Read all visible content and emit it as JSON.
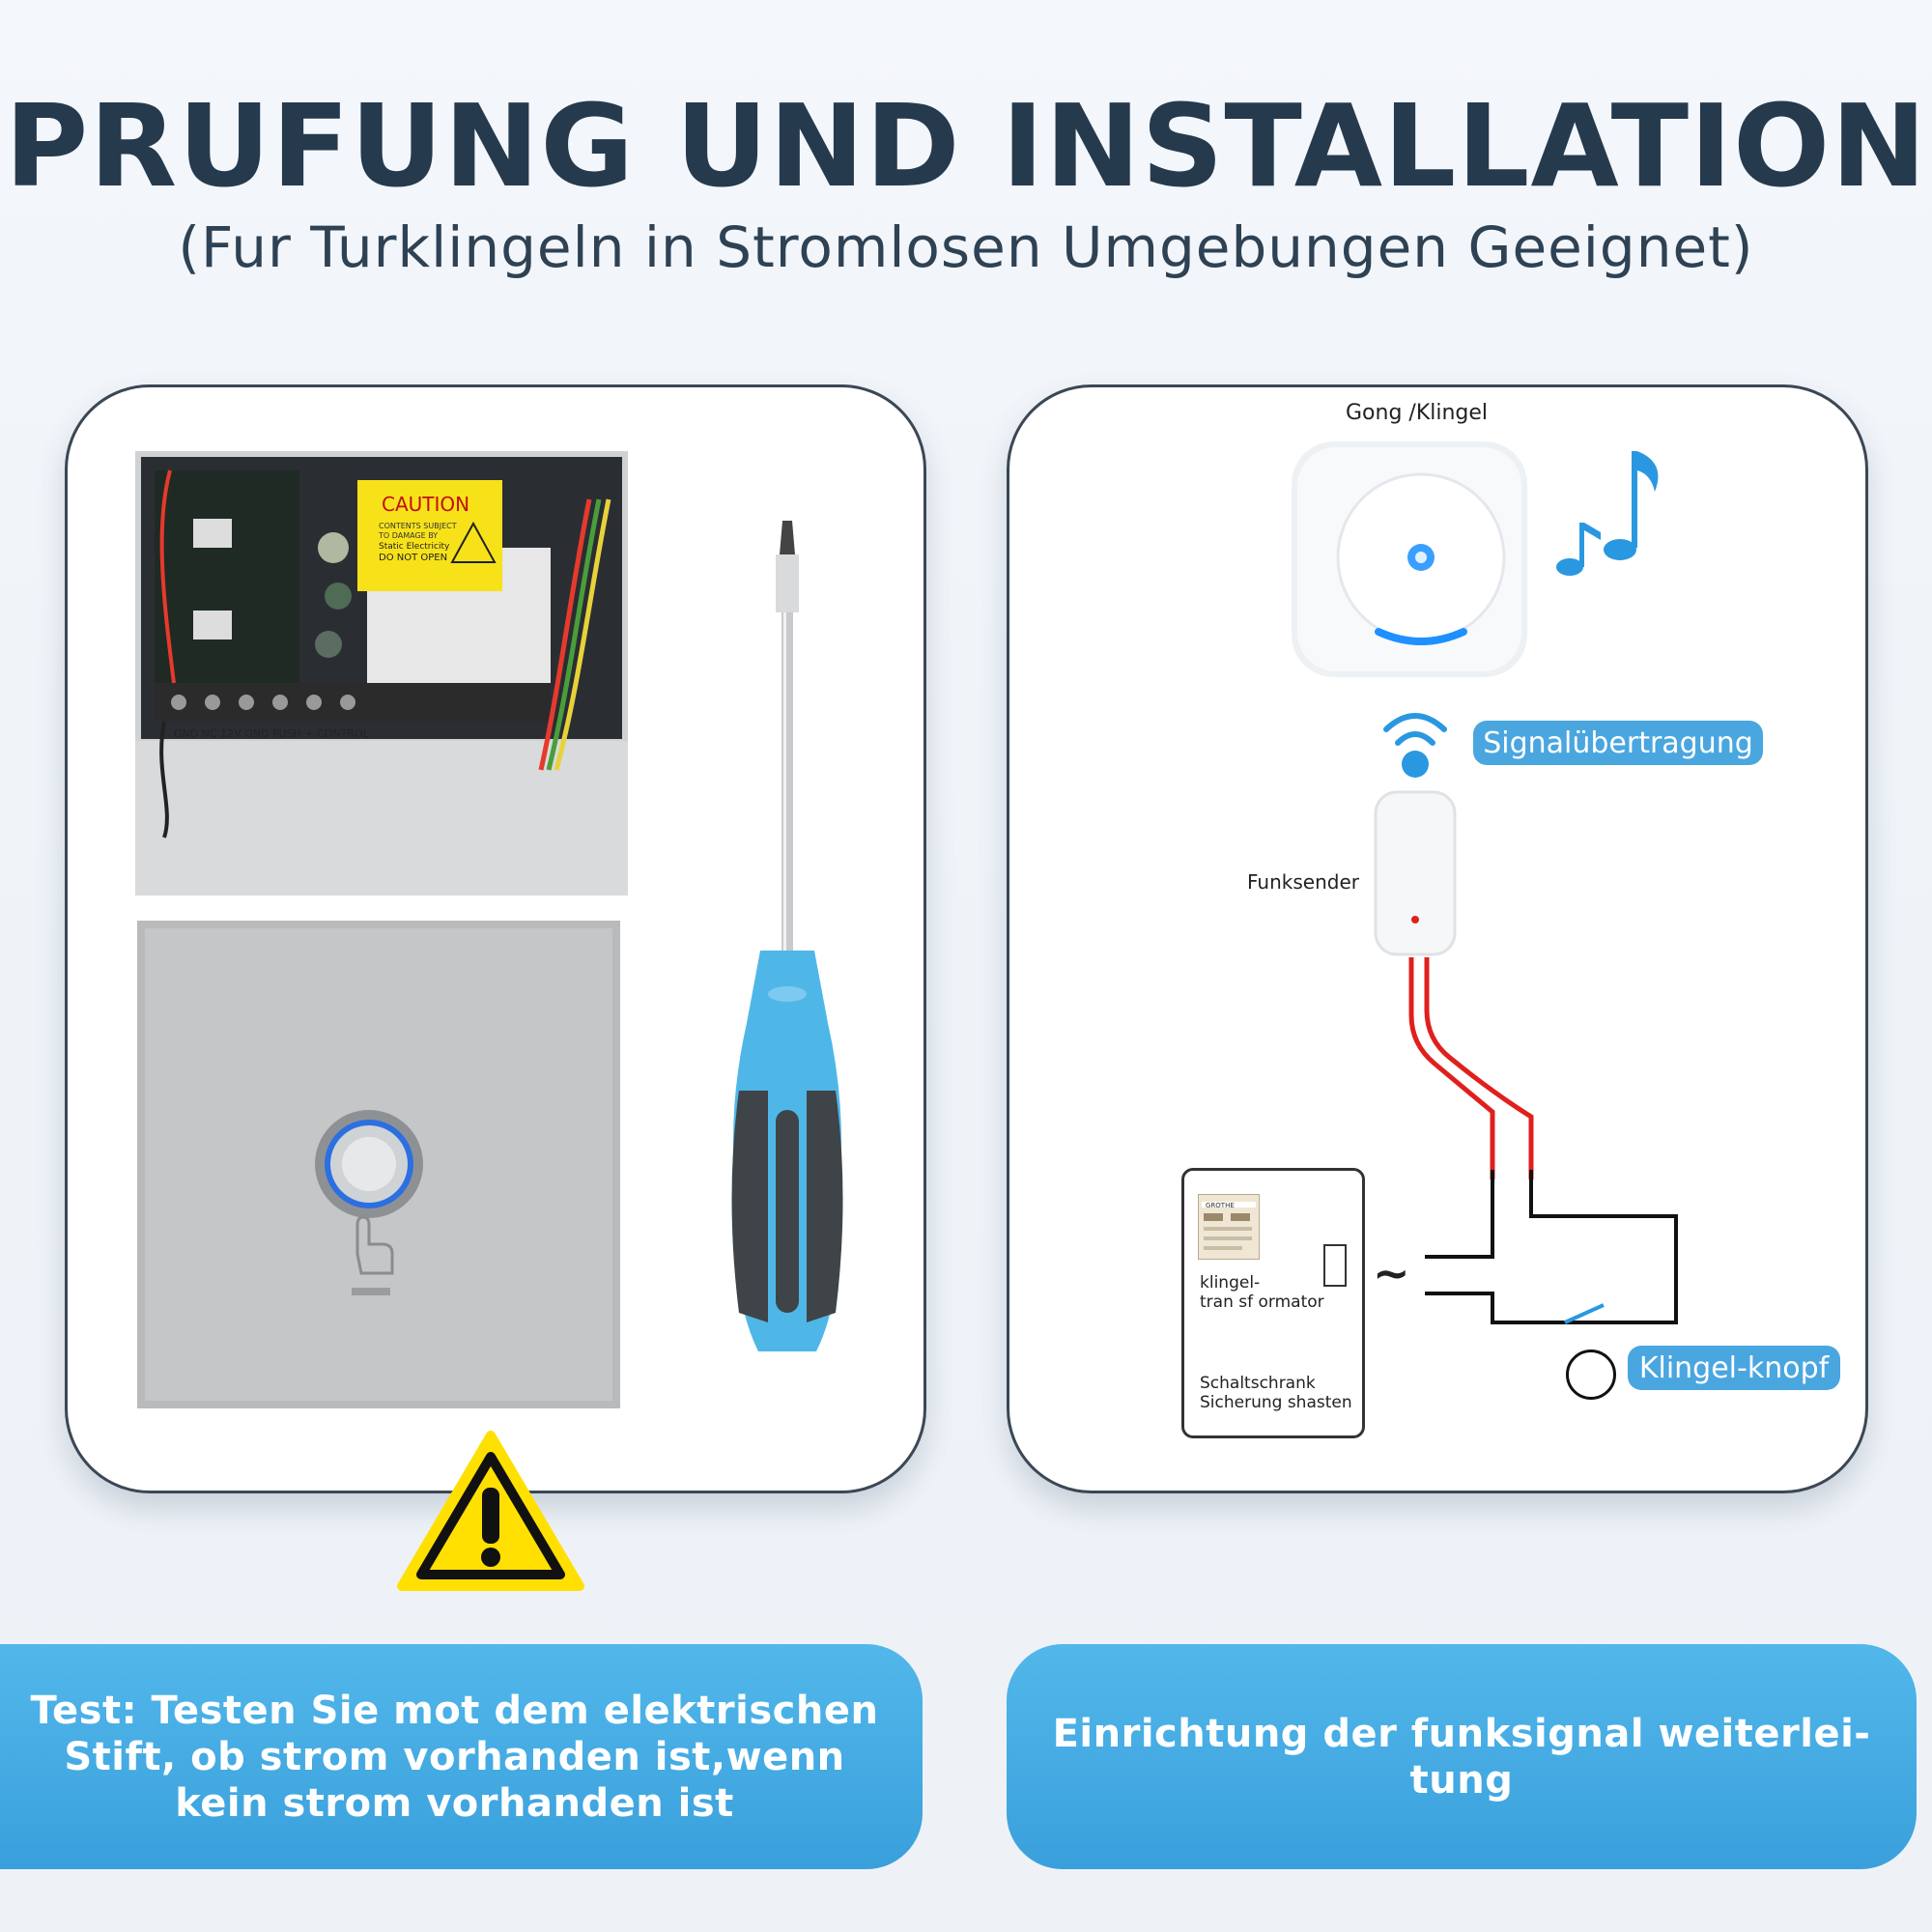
{
  "header": {
    "title": "PRUFUNG UND INSTALLATION",
    "subtitle": "(Fur Turklingeln in Stromlosen Umgebungen Geeignet)"
  },
  "left_panel": {
    "caution_label": "CAUTION",
    "caution_lines": [
      "CONTENTS SUBJECT",
      "TO DAMAGE BY",
      "Static Electricity",
      "DO NOT OPEN"
    ],
    "terminal_text": "GND NC 12V GND PUSH + CONTROL"
  },
  "right_panel": {
    "chime_label": "Gong /Klingel",
    "signal_label": "Signalübertragung",
    "transmitter_label": "Funksender",
    "transformer_label": "klingel-\ntran sf ormator",
    "cabinet_label": "Schaltschrank\nSicherung shasten",
    "transformer_brand": "GROTHE",
    "tilde": "~",
    "button_label": "Klingel-knopf"
  },
  "captions": {
    "left": "Test: Testen Sie mot dem elektrischen Stift, ob strom vorhanden ist,wenn kein strom vorhanden  ist",
    "right": "Einrichtung der funksignal weiterlei-tung"
  },
  "colors": {
    "title": "#263a4e",
    "accent_blue": "#4aa6df",
    "panel_border": "#3b4754",
    "warning_yellow": "#ffe000",
    "wire_red": "#e0201c"
  }
}
